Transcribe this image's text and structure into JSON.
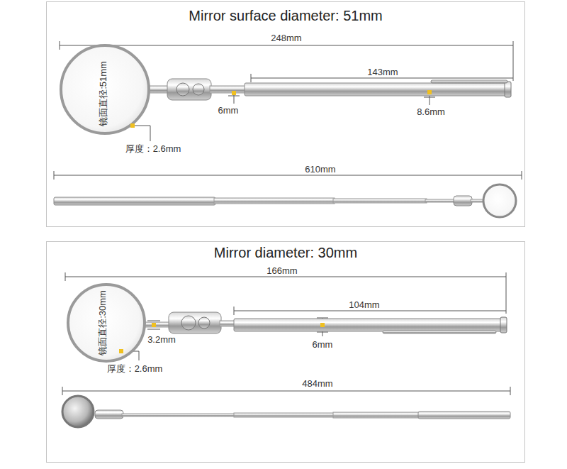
{
  "diagram": {
    "nodes": [
      {
        "text": [
          "Mirror surface diameter: 51mm"
        ]
      },
      {
        "text": [
          "Mirror diameter: 30mm"
        ]
      }
    ],
    "labels": [
      "248mm",
      "143mm",
      "镜面直径:51mm",
      "6mm",
      "8.6mm",
      "厚度：2.6mm",
      "610mm",
      "166mm",
      "104mm",
      "镜面直径:30mm",
      "3.2mm",
      "6mm",
      "厚度：2.6mm",
      "484mm"
    ]
  }
}
